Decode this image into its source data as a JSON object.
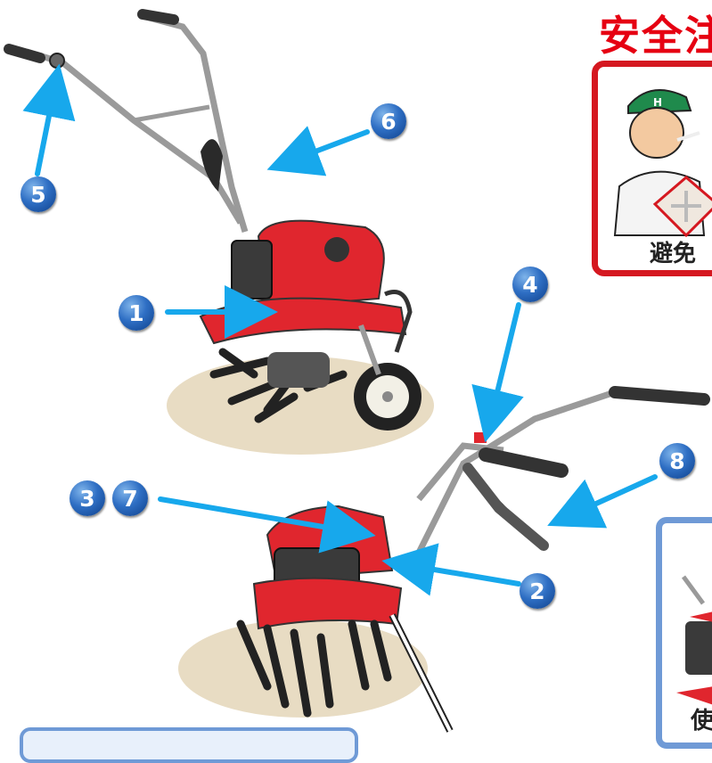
{
  "header": {
    "title_text": "安全注"
  },
  "safety_panel": {
    "caption": "避免"
  },
  "usage_panel": {
    "caption": "使"
  },
  "callouts": [
    {
      "id": "callout-1",
      "number": "1"
    },
    {
      "id": "callout-2",
      "number": "2"
    },
    {
      "id": "callout-3",
      "number": "3"
    },
    {
      "id": "callout-4",
      "number": "4"
    },
    {
      "id": "callout-5",
      "number": "5"
    },
    {
      "id": "callout-6",
      "number": "6"
    },
    {
      "id": "callout-7",
      "number": "7"
    },
    {
      "id": "callout-8",
      "number": "8"
    }
  ],
  "colors": {
    "arrow": "#17a8ec",
    "badge": "#2f6fc4",
    "safety_border": "#d51820",
    "title_red": "#e60012",
    "usage_border": "#6f9ad6",
    "machine_red": "#e0262e",
    "ground": "#e8dcc3"
  },
  "icons": [
    "tiller-illustration-top",
    "tiller-illustration-bottom",
    "worker-smoking-illustration",
    "fuel-can-icon"
  ]
}
